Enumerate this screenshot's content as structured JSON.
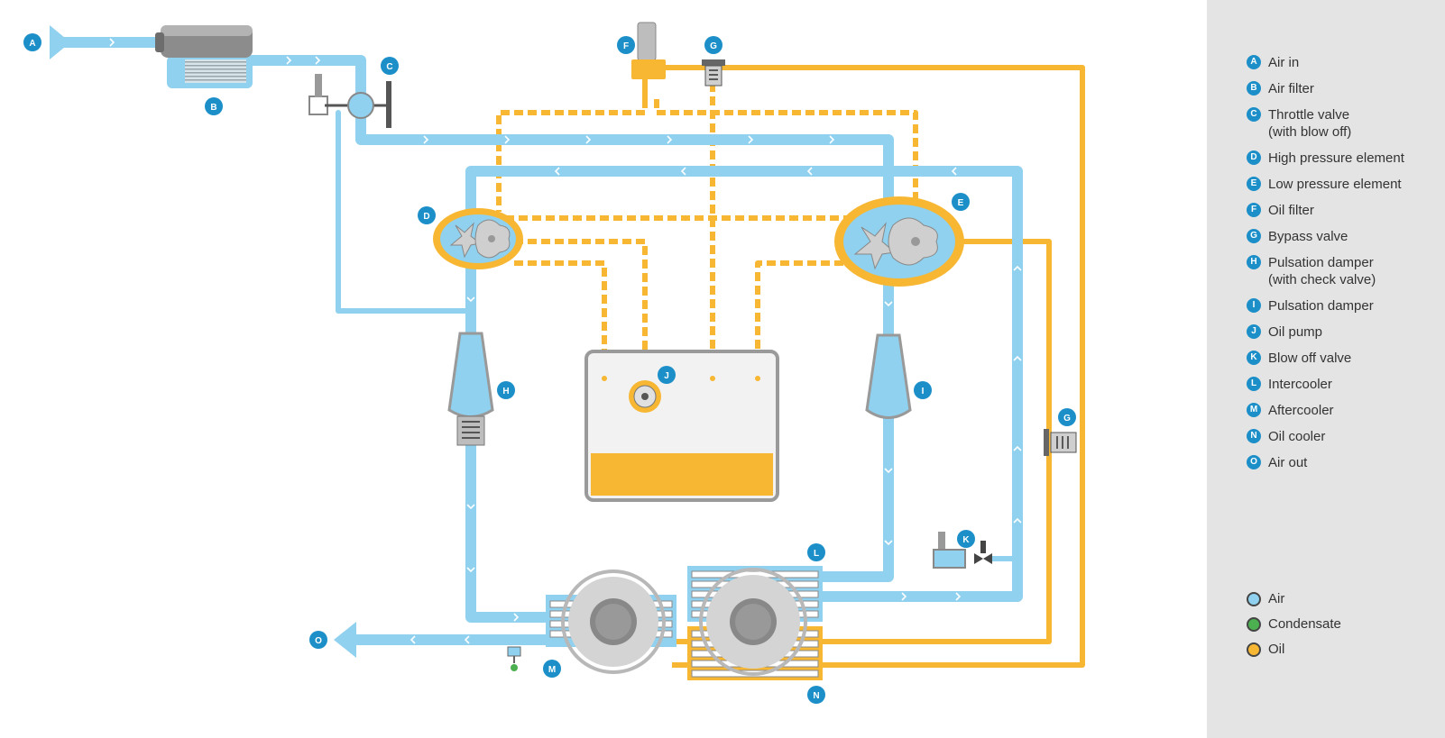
{
  "colors": {
    "air": "#8fd1ef",
    "oil": "#f7b733",
    "condensate": "#4caf50",
    "badge": "#1c8fc8"
  },
  "components": [
    {
      "letter": "A",
      "label": "Air in"
    },
    {
      "letter": "B",
      "label": "Air filter"
    },
    {
      "letter": "C",
      "label": "Throttle valve\n(with blow off)"
    },
    {
      "letter": "D",
      "label": "High pressure element"
    },
    {
      "letter": "E",
      "label": "Low pressure element"
    },
    {
      "letter": "F",
      "label": "Oil filter"
    },
    {
      "letter": "G",
      "label": "Bypass valve"
    },
    {
      "letter": "H",
      "label": "Pulsation damper\n(with check valve)"
    },
    {
      "letter": "I",
      "label": "Pulsation damper"
    },
    {
      "letter": "J",
      "label": "Oil pump"
    },
    {
      "letter": "K",
      "label": "Blow off valve"
    },
    {
      "letter": "L",
      "label": "Intercooler"
    },
    {
      "letter": "M",
      "label": "Aftercooler"
    },
    {
      "letter": "N",
      "label": "Oil cooler"
    },
    {
      "letter": "O",
      "label": "Air out"
    }
  ],
  "fluid_key": [
    {
      "label": "Air",
      "color": "#8fd1ef"
    },
    {
      "label": "Condensate",
      "color": "#4caf50"
    },
    {
      "label": "Oil",
      "color": "#f7b733"
    }
  ]
}
